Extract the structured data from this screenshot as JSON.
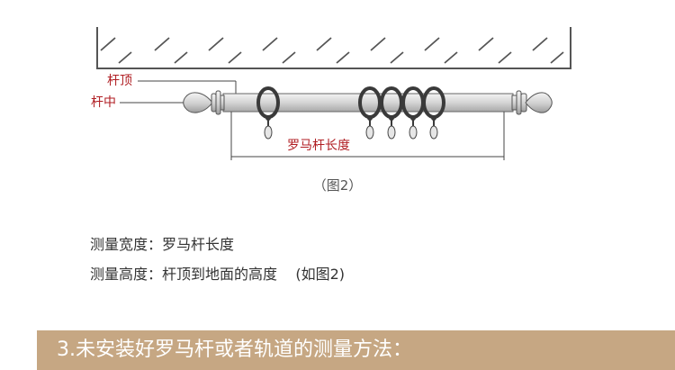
{
  "diagram": {
    "label_rod_top": "杆顶",
    "label_rod_middle": "杆中",
    "label_rod_length": "罗马杆长度",
    "caption": "（图2）"
  },
  "methods": [
    "测量宽度：罗马杆长度",
    "测量高度：杆顶到地面的高度    (如图2)"
  ],
  "banner": {
    "title": "3.未安装好罗马杆或者轨道的测量方法："
  },
  "colors": {
    "label_red": "#b01e23",
    "banner_bg": "#c6a783",
    "rod_fill": "#d9d9d9",
    "outline": "#555555"
  }
}
